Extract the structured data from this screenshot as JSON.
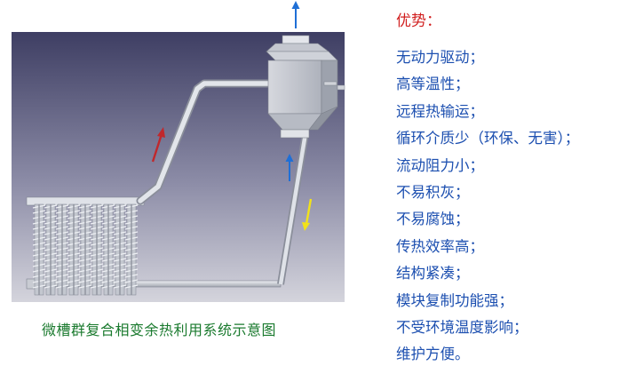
{
  "caption": "微槽群复合相变余热利用系统示意图",
  "advantages": {
    "title": "优势：",
    "items": [
      "无动力驱动；",
      "高等温性；",
      "远程热输运；",
      "循环介质少（环保、无害）；",
      "流动阻力小；",
      "不易积灰；",
      "不易腐蚀；",
      "传热效率高；",
      "结构紧凑；",
      "模块复制功能强；",
      "不受环境温度影响；",
      "维护方便。"
    ]
  },
  "colors": {
    "title": "#d11f1f",
    "items": "#1c4fb0",
    "caption": "#1a7a2e",
    "arrow_up": "#1f6fd6",
    "arrow_red": "#c0282c",
    "arrow_yellow": "#f2e21a"
  }
}
